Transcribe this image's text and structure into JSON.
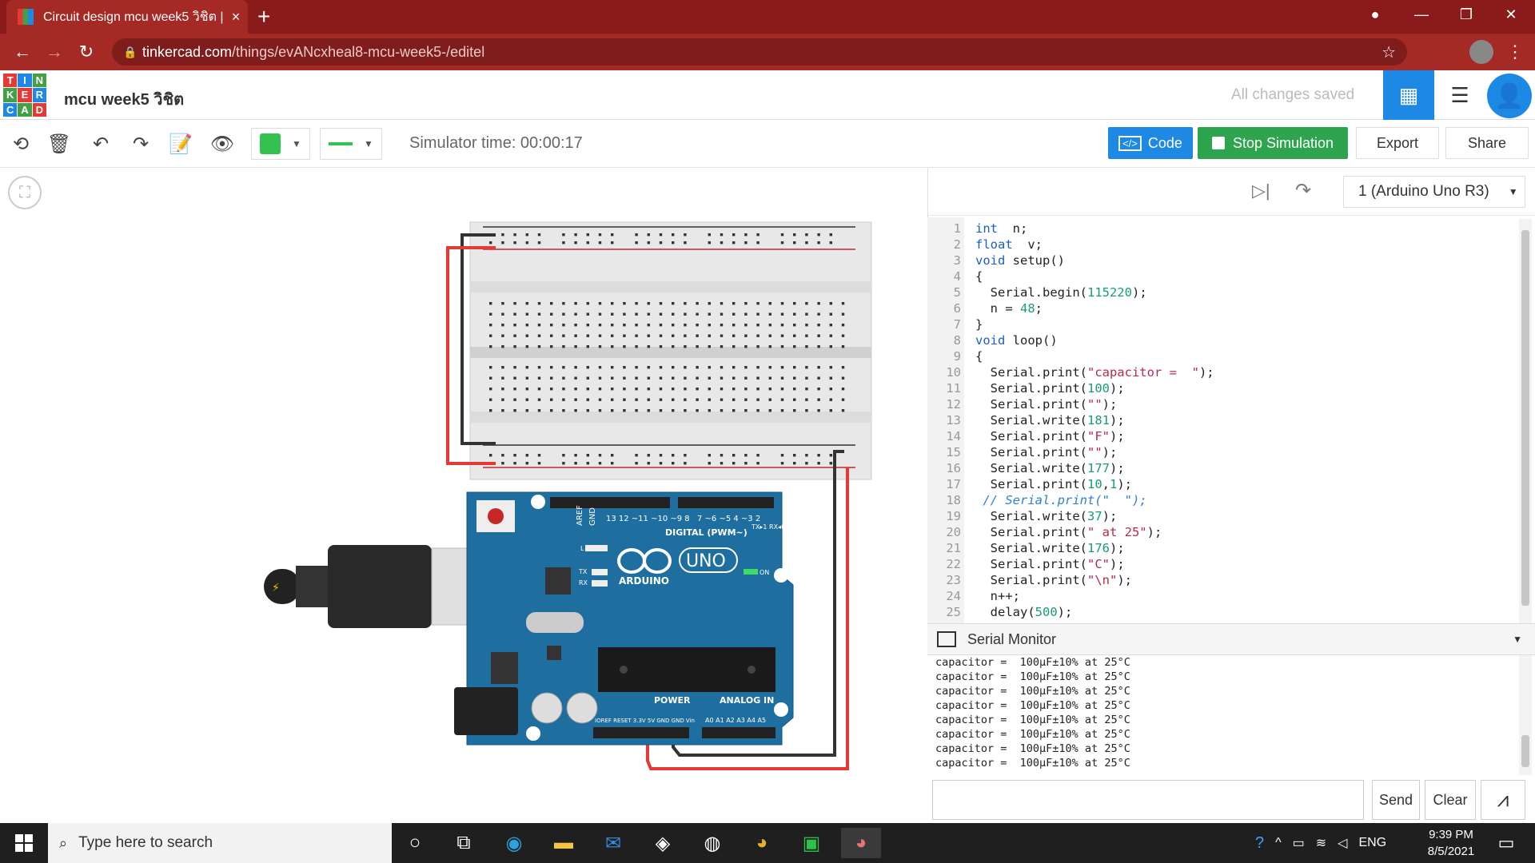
{
  "browser": {
    "tab_title": "Circuit design mcu week5 วิชิต | T",
    "tab_close": "×",
    "new_tab": "+",
    "url_host": "tinkercad.com",
    "url_path": "/things/evANcxheal8-mcu-week5-/editel"
  },
  "header": {
    "logo_letters": [
      "T",
      "I",
      "N",
      "K",
      "E",
      "R",
      "C",
      "A",
      "D"
    ],
    "logo_colors": [
      "#e53935",
      "#1e88e5",
      "#43a047",
      "#43a047",
      "#e53935",
      "#1e88e5",
      "#1e88e5",
      "#43a047",
      "#e53935"
    ],
    "project_name": "mcu week5 วิชิต",
    "save_status": "All changes saved"
  },
  "toolbar": {
    "sim_time": "Simulator time: 00:00:17",
    "code_label": "Code",
    "stop_label": "Stop Simulation",
    "export_label": "Export",
    "share_label": "Share",
    "wire_color": "#33c24d"
  },
  "code_panel": {
    "device": "1 (Arduino Uno R3)",
    "line_numbers": "1\n2\n3\n4\n5\n6\n7\n8\n9\n10\n11\n12\n13\n14\n15\n16\n17\n18\n19\n20\n21\n22\n23\n24\n25"
  },
  "code_lines": [
    [
      [
        "kw",
        "int"
      ],
      [
        "",
        "  n;"
      ]
    ],
    [
      [
        "kw",
        "float"
      ],
      [
        "",
        "  v;"
      ]
    ],
    [
      [
        "kw",
        "void"
      ],
      [
        "",
        " setup()"
      ]
    ],
    [
      [
        "",
        "{"
      ]
    ],
    [
      [
        "",
        "  Serial.begin("
      ],
      [
        "num",
        "115220"
      ],
      [
        "",
        ");"
      ]
    ],
    [
      [
        "",
        "  n = "
      ],
      [
        "num",
        "48"
      ],
      [
        "",
        ";"
      ]
    ],
    [
      [
        "",
        "}"
      ]
    ],
    [
      [
        "kw",
        "void"
      ],
      [
        "",
        " loop()"
      ]
    ],
    [
      [
        "",
        "{"
      ]
    ],
    [
      [
        "",
        "  Serial.print("
      ],
      [
        "str",
        "\"capacitor =  \""
      ],
      [
        "",
        ");"
      ]
    ],
    [
      [
        "",
        "  Serial.print("
      ],
      [
        "num",
        "100"
      ],
      [
        "",
        ");"
      ]
    ],
    [
      [
        "",
        "  Serial.print("
      ],
      [
        "str",
        "\"\""
      ],
      [
        "",
        ");"
      ]
    ],
    [
      [
        "",
        "  Serial.write("
      ],
      [
        "num",
        "181"
      ],
      [
        "",
        ");"
      ]
    ],
    [
      [
        "",
        "  Serial.print("
      ],
      [
        "str",
        "\"F\""
      ],
      [
        "",
        ");"
      ]
    ],
    [
      [
        "",
        "  Serial.print("
      ],
      [
        "str",
        "\"\""
      ],
      [
        "",
        ");"
      ]
    ],
    [
      [
        "",
        "  Serial.write("
      ],
      [
        "num",
        "177"
      ],
      [
        "",
        ");"
      ]
    ],
    [
      [
        "",
        "  Serial.print("
      ],
      [
        "num",
        "10"
      ],
      [
        "",
        ","
      ],
      [
        "num",
        "1"
      ],
      [
        "",
        ");"
      ]
    ],
    [
      [
        "cm",
        " // Serial.print(\"  \");"
      ]
    ],
    [
      [
        "",
        "  Serial.write("
      ],
      [
        "num",
        "37"
      ],
      [
        "",
        ");"
      ]
    ],
    [
      [
        "",
        "  Serial.print("
      ],
      [
        "str",
        "\" at 25\""
      ],
      [
        "",
        ");"
      ]
    ],
    [
      [
        "",
        "  Serial.write("
      ],
      [
        "num",
        "176"
      ],
      [
        "",
        ");"
      ]
    ],
    [
      [
        "",
        "  Serial.print("
      ],
      [
        "str",
        "\"C\""
      ],
      [
        "",
        ");"
      ]
    ],
    [
      [
        "",
        "  Serial.print("
      ],
      [
        "str",
        "\"\\n\""
      ],
      [
        "",
        ");"
      ]
    ],
    [
      [
        "",
        "  n++;"
      ]
    ],
    [
      [
        "",
        "  delay("
      ],
      [
        "num",
        "500"
      ],
      [
        "",
        ");"
      ]
    ]
  ],
  "serial": {
    "title": "Serial Monitor",
    "output": "capacitor =  100µF±10% at 25°C\ncapacitor =  100µF±10% at 25°C\ncapacitor =  100µF±10% at 25°C\ncapacitor =  100µF±10% at 25°C\ncapacitor =  100µF±10% at 25°C\ncapacitor =  100µF±10% at 25°C\ncapacitor =  100µF±10% at 25°C\ncapacitor =  100µF±10% at 25°C",
    "send_label": "Send",
    "clear_label": "Clear"
  },
  "board": {
    "aref": "AREF",
    "gnd": "GND",
    "pins": "13  12  ~11 ~10  ~9  8",
    "pins2": "7  ~6  ~5  4  ~3  2",
    "txrx": "TX▸1 RX◂0",
    "digital": "DIGITAL (PWM~)",
    "uno": "UNO",
    "arduino": "ARDUINO",
    "on": "ON",
    "tx": "TX",
    "rx": "RX",
    "l": "L",
    "power": "POWER",
    "analog": "ANALOG IN",
    "power_pins": "IOREF RESET 3.3V 5V GND GND Vin",
    "analog_pins": "A0 A1 A2 A3 A4 A5",
    "board_color": "#1f6ea0",
    "wire_red": "#e53935",
    "wire_black": "#333333"
  },
  "taskbar": {
    "search_placeholder": "Type here to search",
    "lang": "ENG",
    "time": "9:39 PM",
    "date": "8/5/2021"
  }
}
